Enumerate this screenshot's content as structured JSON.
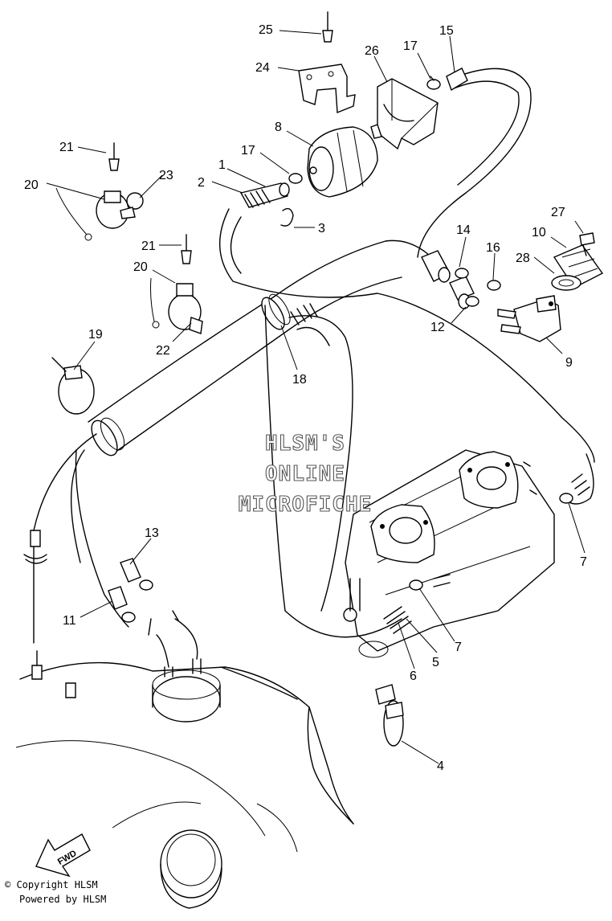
{
  "watermark": {
    "line1": "HLSM'S",
    "line2": "ONLINE",
    "line3": "MICROFICHE"
  },
  "footer": {
    "copyright": "© Copyright HLSM",
    "powered": "Powered by HLSM"
  },
  "direction_label": "FWD",
  "callouts": {
    "c1": "1",
    "c2": "2",
    "c3": "3",
    "c4": "4",
    "c5": "5",
    "c6": "6",
    "c7a": "7",
    "c7b": "7",
    "c8": "8",
    "c9": "9",
    "c10": "10",
    "c11": "11",
    "c12": "12",
    "c13": "13",
    "c14": "14",
    "c15": "15",
    "c16": "16",
    "c17a": "17",
    "c17b": "17",
    "c18": "18",
    "c19": "19",
    "c20a": "20",
    "c20b": "20",
    "c21a": "21",
    "c21b": "21",
    "c22": "22",
    "c23": "23",
    "c24": "24",
    "c25": "25",
    "c26": "26",
    "c27": "27",
    "c28": "28"
  }
}
